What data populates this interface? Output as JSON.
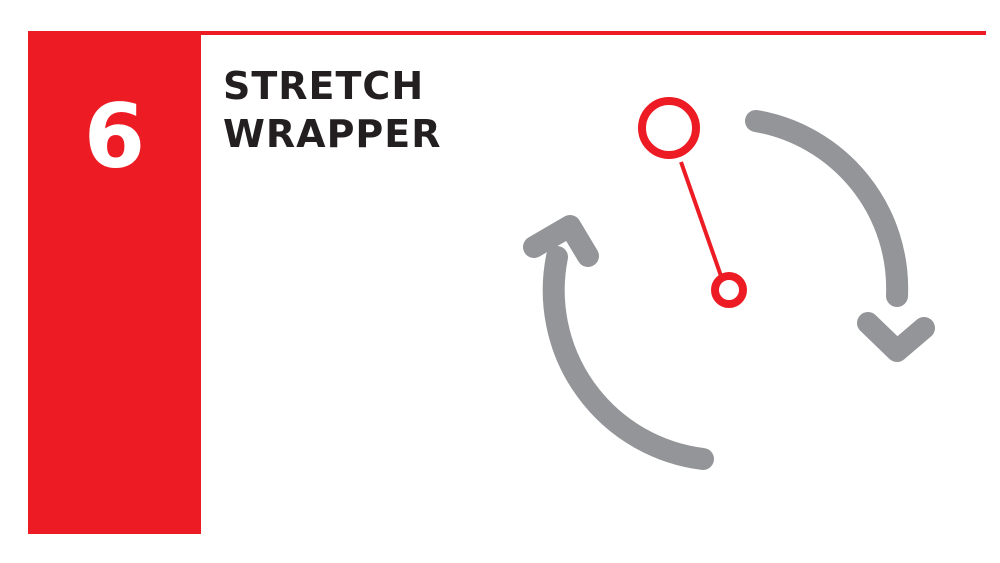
{
  "step": {
    "number": "6",
    "title_line_1": "STRETCH",
    "title_line_2": "WRAPPER"
  },
  "colors": {
    "accent": "#ed1c24",
    "arrow": "#939598",
    "title_text": "#231f20",
    "background": "#ffffff"
  },
  "diagram": {
    "icon": "rotating-arm-with-circular-arrows"
  }
}
